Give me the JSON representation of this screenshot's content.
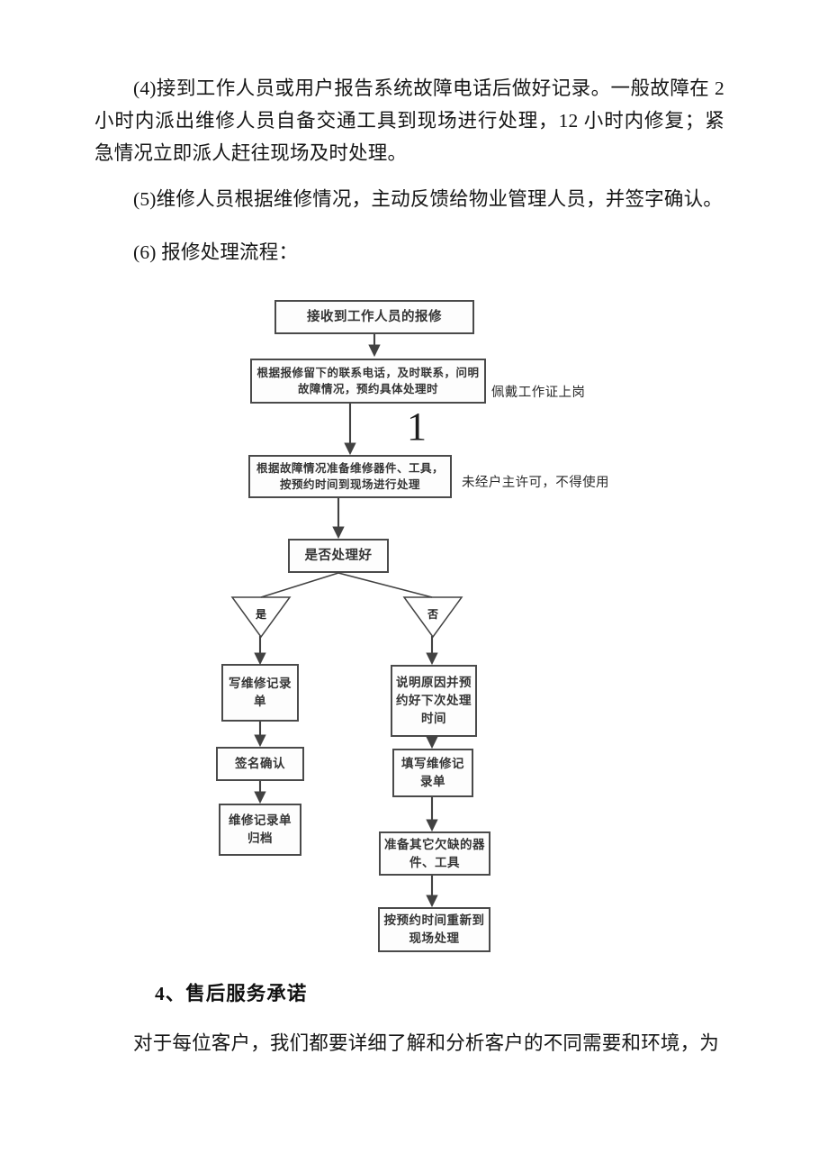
{
  "document": {
    "paragraphs": [
      {
        "id": "p4",
        "text": "(4)接到工作人员或用户报告系统故障电话后做好记录。一般故障在 2 小时内派出维修人员自备交通工具到现场进行处理，12 小时内修复；紧急情况立即派人赶往现场及时处理。"
      },
      {
        "id": "p5",
        "text": "(5)维修人员根据维修情况，主动反馈给物业管理人员，并签字确认。"
      },
      {
        "id": "p6",
        "text": "(6) 报修处理流程："
      }
    ],
    "section_heading": "4、售后服务承诺",
    "closing_paragraph": "对于每位客户，我们都要详细了解和分析客户的不同需要和环境，为",
    "page_number": "1"
  },
  "flowchart": {
    "nodes": {
      "receive": "接收到工作人员的报修",
      "contact": "根据报修留下的联系电话，及时联系，问明故障情况，预约具体处理时",
      "prepare": "根据故障情况准备维修器件、工具，按预约时间到现场进行处理",
      "decision": "是否处理好",
      "yes_label": "是",
      "no_label": "否",
      "write_record": "写维修记录单",
      "sign_confirm": "签名确认",
      "archive_record": "维修记录单归档",
      "explain_reason": "说明原因并预约好下次处理时间",
      "fill_record": "填写维修记录单",
      "prepare_missing": "准备其它欠缺的器件、工具",
      "revisit": "按预约时间重新到现场处理"
    },
    "annotations": {
      "badge_note": "佩戴工作证上岗",
      "permission_note": "未经户主许可，不得使用"
    }
  },
  "colors": {
    "page_background": "#ffffff",
    "text": "#161616",
    "node_border": "#3b3b3b",
    "connector": "#2e2e2e"
  }
}
